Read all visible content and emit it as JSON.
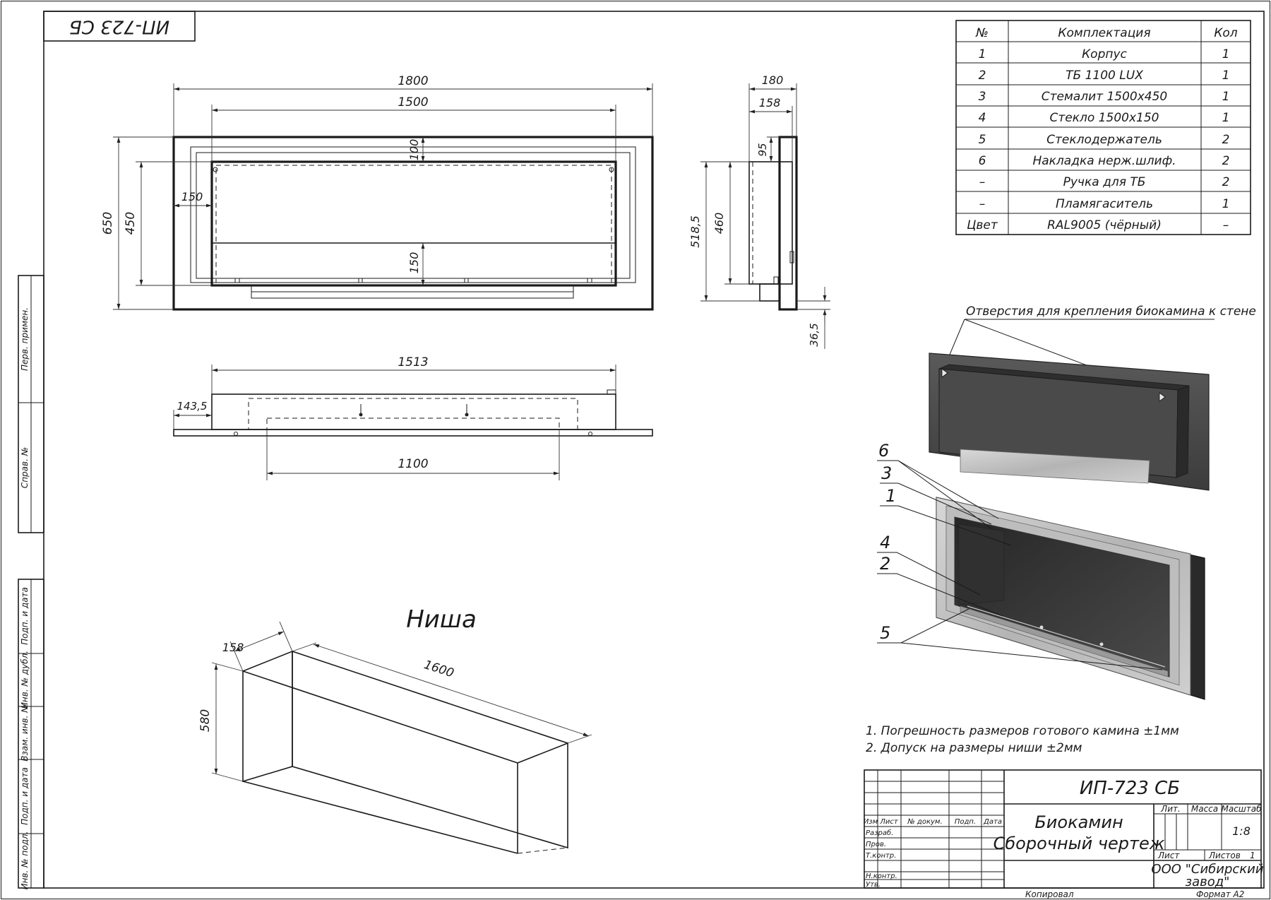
{
  "stamp_top": "ИП-723 СБ",
  "dims": {
    "width_1800": "1800",
    "width_1500": "1500",
    "gap_100": "100",
    "side_150": "150",
    "bottom_150": "150",
    "height_650": "650",
    "height_450": "450",
    "depth_180": "180",
    "depth_158": "158",
    "top_95": "95",
    "h_5185": "518,5",
    "h_460": "460",
    "b_365": "36,5",
    "w_1513": "1513",
    "d_1435": "143,5",
    "burner_1100": "1100"
  },
  "niche": {
    "title": "Ниша",
    "depth": "158",
    "width": "1600",
    "height": "580"
  },
  "spec_table": {
    "headers": [
      "№",
      "Комплектация",
      "Кол"
    ],
    "rows": [
      [
        "1",
        "Корпус",
        "1"
      ],
      [
        "2",
        "ТБ 1100 LUX",
        "1"
      ],
      [
        "3",
        "Стемалит 1500х450",
        "1"
      ],
      [
        "4",
        "Стекло 1500х150",
        "1"
      ],
      [
        "5",
        "Стеклодержатель",
        "2"
      ],
      [
        "6",
        "Накладка нерж.шлиф.",
        "2"
      ],
      [
        "–",
        "Ручка для ТБ",
        "2"
      ],
      [
        "–",
        "Пламягаситель",
        "1"
      ],
      [
        "Цвет",
        "RAL9005 (чёрный)",
        "–"
      ]
    ]
  },
  "callout_holes": "Отверстия для крепления биокамина к стене",
  "callout_numbers": [
    "6",
    "3",
    "1",
    "4",
    "2",
    "5"
  ],
  "notes": [
    "1. Погрешность размеров готового камина ±1мм",
    "2. Допуск на размеры ниши ±2мм"
  ],
  "left_margin": [
    "Перв. примен.",
    "Справ. №",
    "Подп. и дата",
    "Инв. № дубл.",
    "Взам. инв. №",
    "Подп. и дата",
    "Инв. № подл."
  ],
  "title_block": {
    "designation": "ИП-723 СБ",
    "name_line1": "Биокамин",
    "name_line2": "Сборочный чертеж",
    "col_izm": "Изм",
    "col_list": "Лист",
    "col_doc": "№ докум.",
    "col_podp": "Подп.",
    "col_date": "Дата",
    "role_razrab": "Разраб.",
    "role_prov": "Пров.",
    "role_tkontr": "Т.контр.",
    "role_nkontr": "Н.контр.",
    "role_utv": "Утв.",
    "lit": "Лит.",
    "massa": "Масса",
    "masshtab": "Масштаб",
    "scale": "1:8",
    "sheet_label": "Лист",
    "sheets_label": "Листов",
    "sheets_count": "1",
    "org_line1": "ООО \"Сибирский",
    "org_line2": "завод\"",
    "copied": "Копировал",
    "format": "Формат  А2"
  }
}
